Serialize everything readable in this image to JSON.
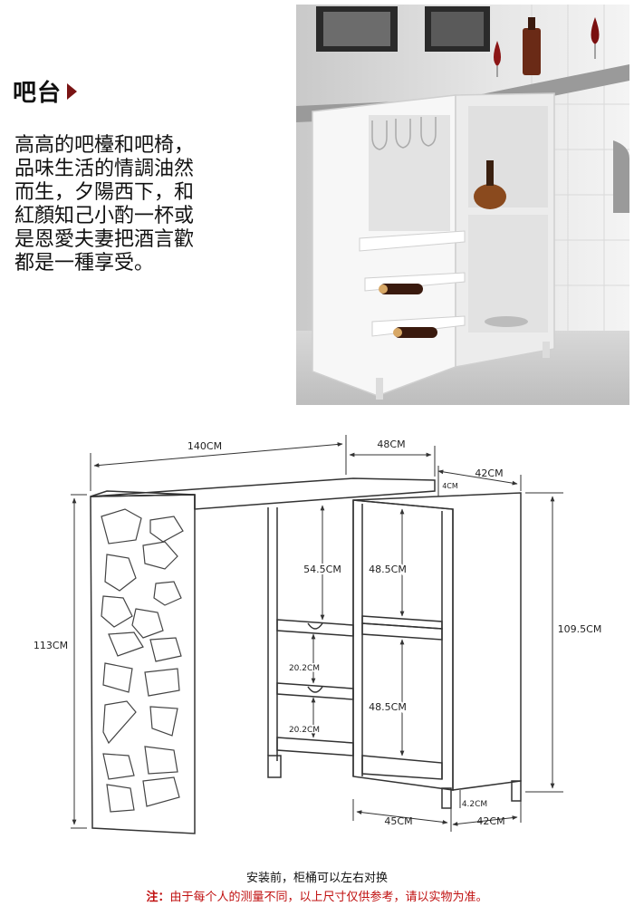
{
  "header": {
    "title": "吧台"
  },
  "description": {
    "lines": [
      "高高的吧檯和吧椅，",
      "品味生活的情調油然",
      "而生，夕陽西下，和",
      "紅顏知己小酌一杯或",
      "是恩愛夫妻把酒言歡",
      "都是一種享受。"
    ]
  },
  "dimensions": {
    "top_length": "140CM",
    "top_extension": "48CM",
    "top_depth": "42CM",
    "top_thickness": "4CM",
    "left_height": "113CM",
    "right_height": "109.5CM",
    "upper_shelf_height": "54.5CM",
    "cabinet_upper_height": "48.5CM",
    "cabinet_lower_height": "48.5CM",
    "wine_rack_upper": "20.2CM",
    "wine_rack_lower": "20.2CM",
    "foot_height": "4.2CM",
    "base_width": "45CM",
    "base_depth": "42CM"
  },
  "footer": {
    "install_note": "安装前，柜桶可以左右对换",
    "note_label": "注：",
    "note_text": "由于每个人的测量不同，以上尺寸仅供参考，请以实物为准。"
  },
  "colors": {
    "accent": "#7a1414",
    "note_red": "#c01010",
    "line": "#333333"
  }
}
